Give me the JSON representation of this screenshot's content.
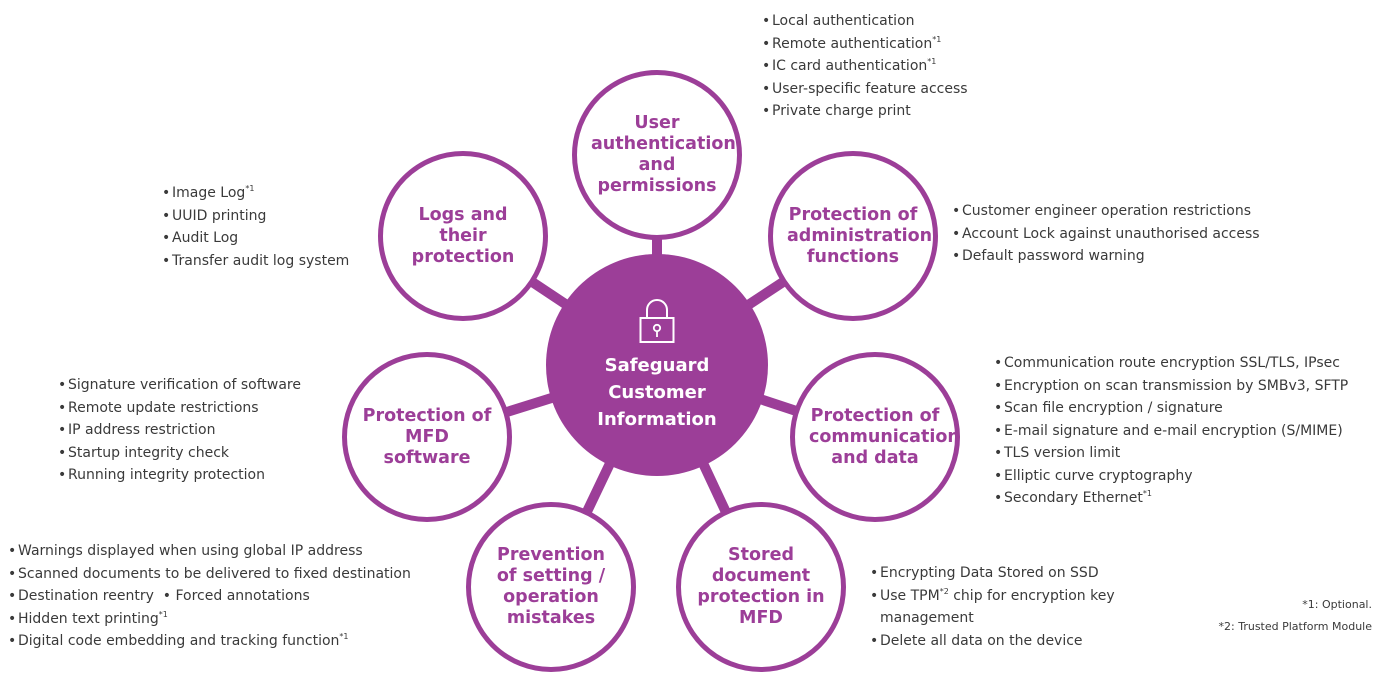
{
  "colors": {
    "accent": "#9c3e98",
    "text": "#3a3a3a",
    "background": "#ffffff"
  },
  "center": {
    "icon": "padlock-icon",
    "title": "Safeguard Customer Information"
  },
  "nodes": {
    "user_auth": {
      "label": "User authentication and permissions",
      "items": [
        {
          "text": "Local authentication",
          "sup": ""
        },
        {
          "text": "Remote authentication",
          "sup": "*1"
        },
        {
          "text": "IC card authentication",
          "sup": "*1"
        },
        {
          "text": "User-specific feature access",
          "sup": ""
        },
        {
          "text": "Private charge print",
          "sup": ""
        }
      ]
    },
    "admin": {
      "label": "Protection of administration functions",
      "items": [
        {
          "text": "Customer engineer operation restrictions",
          "sup": ""
        },
        {
          "text": "Account Lock against unauthorised access",
          "sup": ""
        },
        {
          "text": "Default password warning",
          "sup": ""
        }
      ]
    },
    "comm": {
      "label": "Protection of communication and data",
      "items": [
        {
          "text": "Communication route encryption SSL/TLS, IPsec",
          "sup": ""
        },
        {
          "text": "Encryption on scan transmission by SMBv3, SFTP",
          "sup": ""
        },
        {
          "text": "Scan file encryption / signature",
          "sup": ""
        },
        {
          "text": "E-mail signature and e-mail encryption (S/MIME)",
          "sup": ""
        },
        {
          "text": "TLS version limit",
          "sup": ""
        },
        {
          "text": "Elliptic curve cryptography",
          "sup": ""
        },
        {
          "text": "Secondary Ethernet",
          "sup": "*1"
        }
      ]
    },
    "stored": {
      "label": "Stored document protection in MFD",
      "items": [
        {
          "text": "Encrypting Data Stored on SSD",
          "sup": ""
        },
        {
          "text": "Use TPM",
          "sup": "*2",
          "after": " chip for encryption key"
        },
        {
          "text": "management",
          "sup": "",
          "continuation": true
        },
        {
          "text": "Delete all data on the device",
          "sup": ""
        }
      ]
    },
    "prevention": {
      "label": "Prevention of setting / operation mistakes",
      "items": [
        {
          "text": "Warnings displayed when using global IP address",
          "sup": ""
        },
        {
          "text": "Scanned documents to be delivered to fixed destination",
          "sup": ""
        },
        {
          "text": "Destination reentry",
          "sup": "",
          "after": "  • Forced annotations"
        },
        {
          "text": "Hidden text printing",
          "sup": "*1"
        },
        {
          "text": "Digital code embedding and tracking function",
          "sup": "*1"
        }
      ]
    },
    "software": {
      "label": "Protection of MFD software",
      "items": [
        {
          "text": "Signature verification of software",
          "sup": ""
        },
        {
          "text": "Remote update restrictions",
          "sup": ""
        },
        {
          "text": "IP address restriction",
          "sup": ""
        },
        {
          "text": "Startup integrity check",
          "sup": ""
        },
        {
          "text": "Running integrity protection",
          "sup": ""
        }
      ]
    },
    "logs": {
      "label": "Logs and their protection",
      "items": [
        {
          "text": "Image Log",
          "sup": "*1"
        },
        {
          "text": "UUID printing",
          "sup": ""
        },
        {
          "text": "Audit Log",
          "sup": ""
        },
        {
          "text": "Transfer audit log system",
          "sup": ""
        }
      ]
    }
  },
  "footnotes": [
    "*1: Optional.",
    "*2: Trusted Platform Module"
  ]
}
